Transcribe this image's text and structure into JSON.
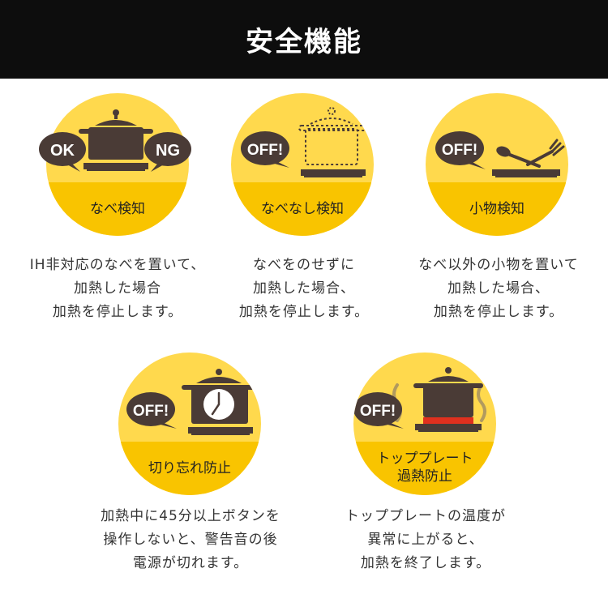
{
  "header": {
    "title": "安全機能"
  },
  "features": [
    {
      "label": "なべ検知",
      "bubble_left": "OK",
      "bubble_right": "NG",
      "icon": "pot-on-cooktop-icon",
      "desc": [
        "IH非対応のなべを置いて、",
        "加熱した場合",
        "加熱を停止します。"
      ]
    },
    {
      "label": "なべなし検知",
      "bubble": "OFF!",
      "icon": "missing-pot-icon",
      "desc": [
        "なべをのせずに",
        "加熱した場合、",
        "加熱を停止します。"
      ]
    },
    {
      "label": "小物検知",
      "bubble": "OFF!",
      "icon": "utensils-icon",
      "desc": [
        "なべ以外の小物を置いて",
        "加熱した場合、",
        "加熱を停止します。"
      ]
    },
    {
      "label": "切り忘れ防止",
      "bubble": "OFF!",
      "icon": "clock-pot-icon",
      "desc": [
        "加熱中に45分以上ボタンを",
        "操作しないと、警告音の後",
        "電源が切れます。"
      ]
    },
    {
      "label_lines": [
        "トッププレート",
        "過熱防止"
      ],
      "bubble": "OFF!",
      "icon": "overheat-pot-icon",
      "desc": [
        "トッププレートの温度が",
        "異常に上がると、",
        "加熱を終了します。"
      ]
    }
  ],
  "colors": {
    "header_bg": "#0d0d0d",
    "circle_light": "#ffd94d",
    "circle_band": "#f9c400",
    "icon_brown": "#4a3b36",
    "heat_red": "#e0301e"
  }
}
